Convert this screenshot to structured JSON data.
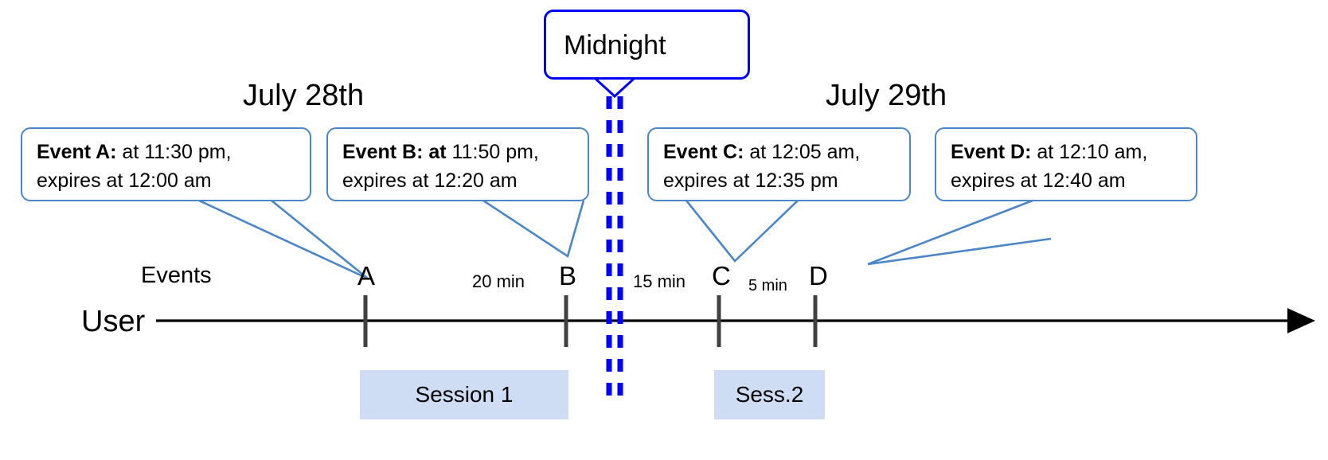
{
  "diagram": {
    "title": "Event session timeline across midnight",
    "colors": {
      "midnight_border": "#0000FF",
      "callout_border": "#4A86C8",
      "session_fill": "#CEDCF4",
      "axis": "#000000",
      "tick": "#404040"
    }
  },
  "days": [
    {
      "label": "July 28th"
    },
    {
      "label": "July 29th"
    }
  ],
  "midnight": {
    "label": "Midnight",
    "divider_style": "dashed",
    "divider_color": "#0000FF"
  },
  "events": [
    {
      "id": "A",
      "marker": "A",
      "bold_text": "Event A:",
      "rest_text": " at 11:30 pm,",
      "line2": "expires at 12:00 am",
      "at_time": "11:30 pm",
      "expires_time": "12:00 am"
    },
    {
      "id": "B",
      "marker": "B",
      "bold_text": "Event B: at",
      "rest_text": " 11:50 pm,",
      "line2": "expires at 12:20 am",
      "at_time": "11:50 pm",
      "expires_time": "12:20 am"
    },
    {
      "id": "C",
      "marker": "C",
      "bold_text": "Event C:",
      "rest_text": " at 12:05 am,",
      "line2": "expires at 12:35 pm",
      "at_time": "12:05 am",
      "expires_time": "12:35 pm"
    },
    {
      "id": "D",
      "marker": "D",
      "bold_text": "Event D:",
      "rest_text": "  at 12:10 am,",
      "line2": "expires at 12:40 am",
      "at_time": "12:10 am",
      "expires_time": "12:40 am"
    }
  ],
  "axis": {
    "events_row_label": "Events",
    "user_row_label": "User"
  },
  "intervals": [
    {
      "label": "20 min",
      "from": "A",
      "to": "B"
    },
    {
      "label": "15 min",
      "from": "B",
      "to": "C"
    },
    {
      "label": "5 min",
      "from": "C",
      "to": "D"
    }
  ],
  "sessions": [
    {
      "label": "Session 1"
    },
    {
      "label": "Sess.2"
    }
  ]
}
